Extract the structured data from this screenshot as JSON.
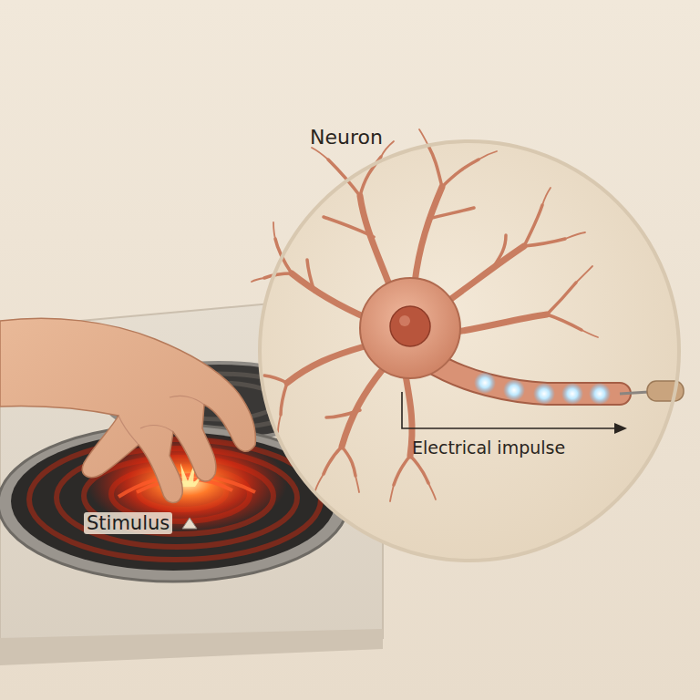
{
  "diagram": {
    "nodes": [
      {
        "text": [
          "Neuron",
          "Electrical impulse"
        ]
      }
    ],
    "labels": [
      "Stimulus"
    ]
  }
}
